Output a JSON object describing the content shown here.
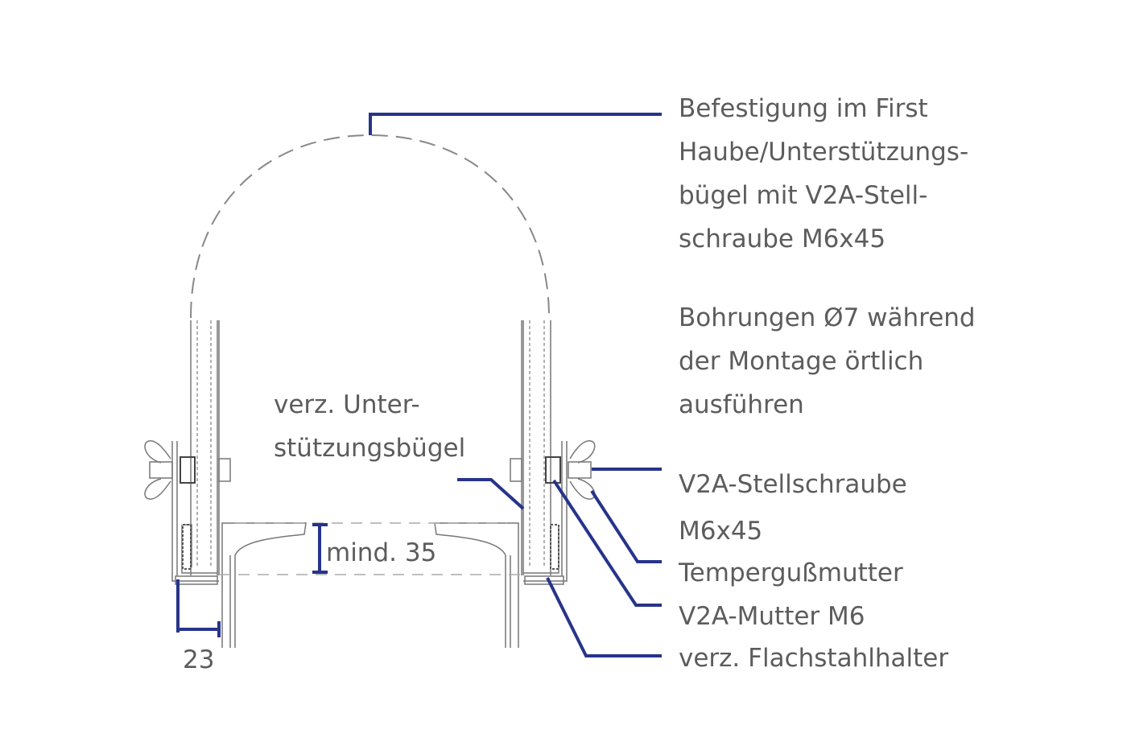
{
  "labels": {
    "befestigung": [
      "Befestigung im First",
      "Haube/Unterstützungs-",
      "bügel mit V2A-Stell-",
      "schraube M6x45"
    ],
    "bohrungen": [
      "Bohrungen Ø7 während",
      "der Montage örtlich",
      "ausführen"
    ],
    "stellschraube": [
      "V2A-Stellschraube",
      "M6x45"
    ],
    "tempergussmutter": "Tempergußmutter",
    "mutter": "V2A-Mutter M6",
    "flachstahlhalter": "verz. Flachstahlhalter",
    "buegel": [
      "verz. Unter-",
      "stützungsbügel"
    ]
  },
  "dimensions": {
    "min_height": "mind. 35",
    "width": "23"
  },
  "colors": {
    "leader": "#27348b",
    "text": "#5c5c5c"
  }
}
